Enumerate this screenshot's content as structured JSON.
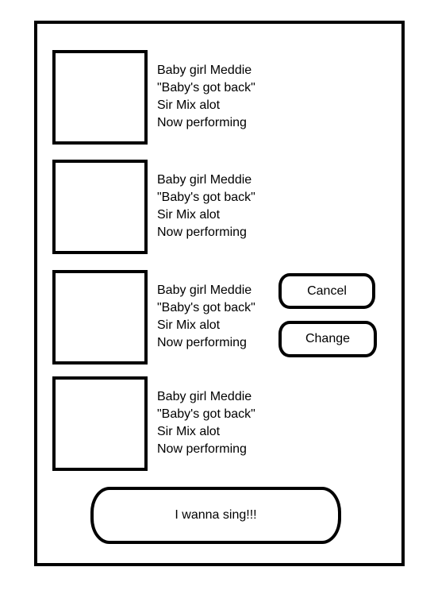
{
  "queue": {
    "items": [
      {
        "performer": "Baby girl Meddie",
        "song": "\"Baby's got back\"",
        "artist": "Sir Mix alot",
        "status": "Now performing"
      },
      {
        "performer": "Baby girl Meddie",
        "song": "\"Baby's got back\"",
        "artist": "Sir Mix alot",
        "status": "Now performing"
      },
      {
        "performer": "Baby girl Meddie",
        "song": "\"Baby's got back\"",
        "artist": "Sir Mix alot",
        "status": "Now performing"
      },
      {
        "performer": "Baby girl Meddie",
        "song": "\"Baby's got back\"",
        "artist": "Sir Mix alot",
        "status": "Now performing"
      }
    ]
  },
  "actions": {
    "cancel_label": "Cancel",
    "change_label": "Change"
  },
  "footer": {
    "sing_label": "I wanna sing!!!"
  }
}
